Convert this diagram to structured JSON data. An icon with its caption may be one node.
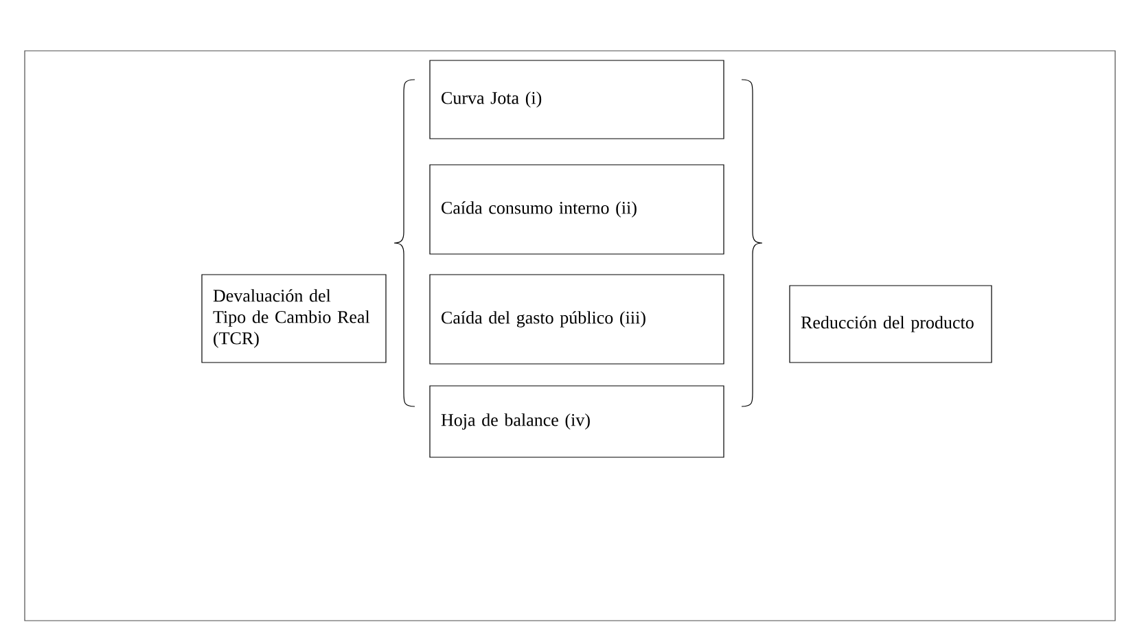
{
  "diagram": {
    "nodes": [
      {
        "text": [
          "Devaluación del Tipo de Cambio Real (TCR)"
        ]
      },
      {
        "text": [
          "Curva Jota (i)"
        ]
      },
      {
        "text": [
          "Caída consumo interno (ii)"
        ]
      },
      {
        "text": [
          "Caída del gasto público (iii)"
        ]
      },
      {
        "text": [
          "Hoja de balance (iv)"
        ]
      },
      {
        "text": [
          "Reducción del producto"
        ]
      }
    ]
  }
}
